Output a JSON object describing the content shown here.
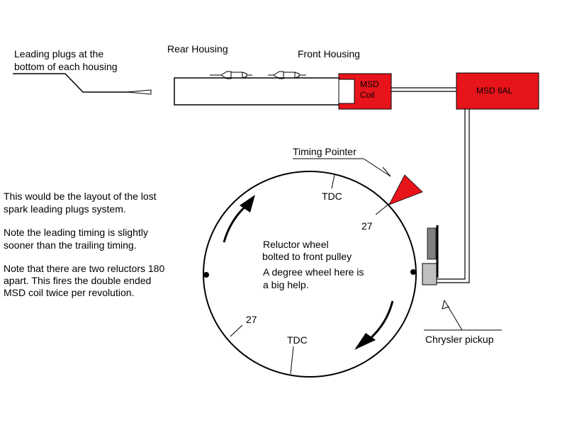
{
  "labels": {
    "leading_plugs_line1": "Leading plugs at the",
    "leading_plugs_line2": "bottom of each housing",
    "rear_housing": "Rear Housing",
    "front_housing": "Front Housing",
    "msd_coil_line1": "MSD",
    "msd_coil_line2": "Coil",
    "msd_6al": "MSD 6AL",
    "timing_pointer": "Timing Pointer",
    "tdc_top": "TDC",
    "tdc_bottom": "TDC",
    "deg_27_top": "27",
    "deg_27_bottom": "27",
    "reluctor_line1": "Reluctor wheel",
    "reluctor_line2": "bolted to front pulley",
    "degree_line1": "A degree wheel here is",
    "degree_line2": "a big help.",
    "chrysler_pickup": "Chrysler pickup"
  },
  "notes": [
    "This would be the layout of the lost",
    "spark leading plugs system.",
    "Note the leading timing is slightly",
    "sooner than the trailing timing.",
    "Note that there are two reluctors 180",
    "apart. This fires the double ended",
    "MSD coil twice per revolution."
  ],
  "colors": {
    "component_red": "#e8141b",
    "pickup_gray": "#c0c0c0",
    "pickup_dark": "#808080",
    "line": "#000000"
  }
}
